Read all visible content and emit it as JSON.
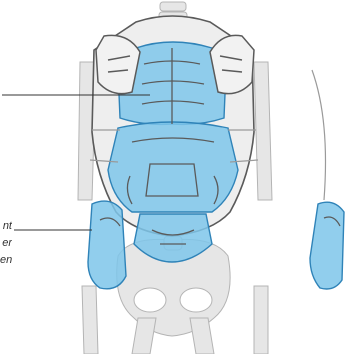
{
  "callouts": {
    "side_label_lines": [
      "nt",
      "er",
      "en"
    ]
  },
  "colors": {
    "protector_fill": "#7ec5ea",
    "protector_stroke": "#2f83b8",
    "armor_line": "#5a5a5a",
    "bone_fill": "#e6e6e6",
    "bone_stroke": "#b4b4b4",
    "leader_line": "#333333"
  }
}
